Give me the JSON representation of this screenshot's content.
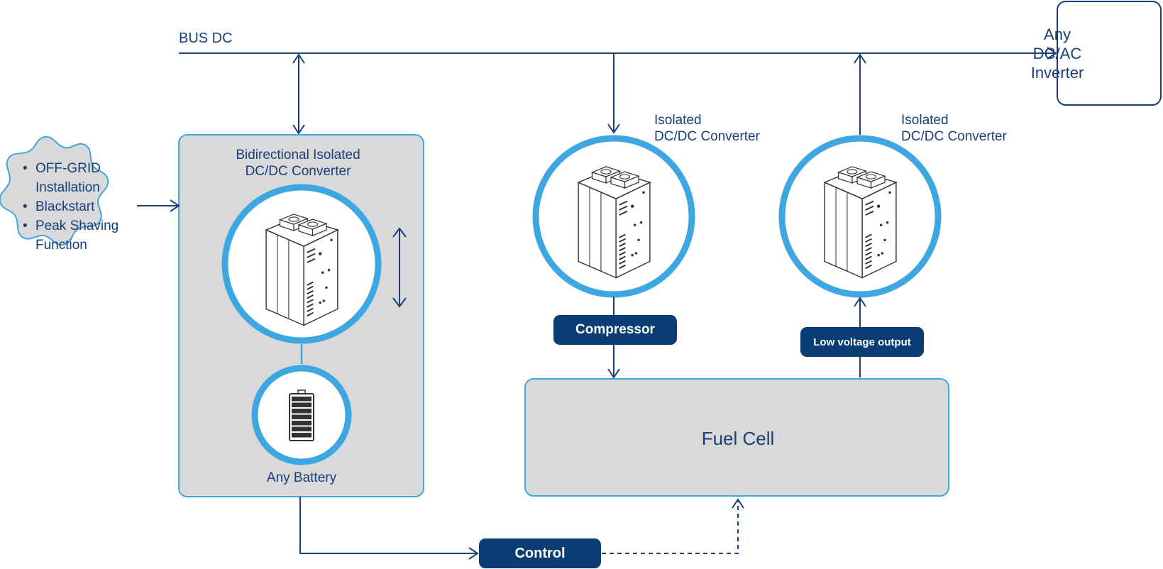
{
  "diagram": {
    "bus_label": "BUS DC",
    "inverter_label": "Any\nDC/AC\nInverter",
    "bidirectional_label": "Bidirectional Isolated\nDC/DC Converter",
    "isolated_converter_1_label": "Isolated\nDC/DC Converter",
    "isolated_converter_2_label": "Isolated\nDC/DC Converter",
    "battery_label": "Any Battery",
    "fuel_cell_label": "Fuel Cell",
    "compressor_label": "Compressor",
    "low_voltage_label": "Low voltage output",
    "control_label": "Control",
    "features": [
      "OFF-GRID\nInstallation",
      "Blackstart",
      "Peak Shaving\nFunction"
    ],
    "colors": {
      "line": "#173f78",
      "accent": "#3ea6e0",
      "panel": "#d9d9d9",
      "pill": "#0a3d74"
    }
  }
}
